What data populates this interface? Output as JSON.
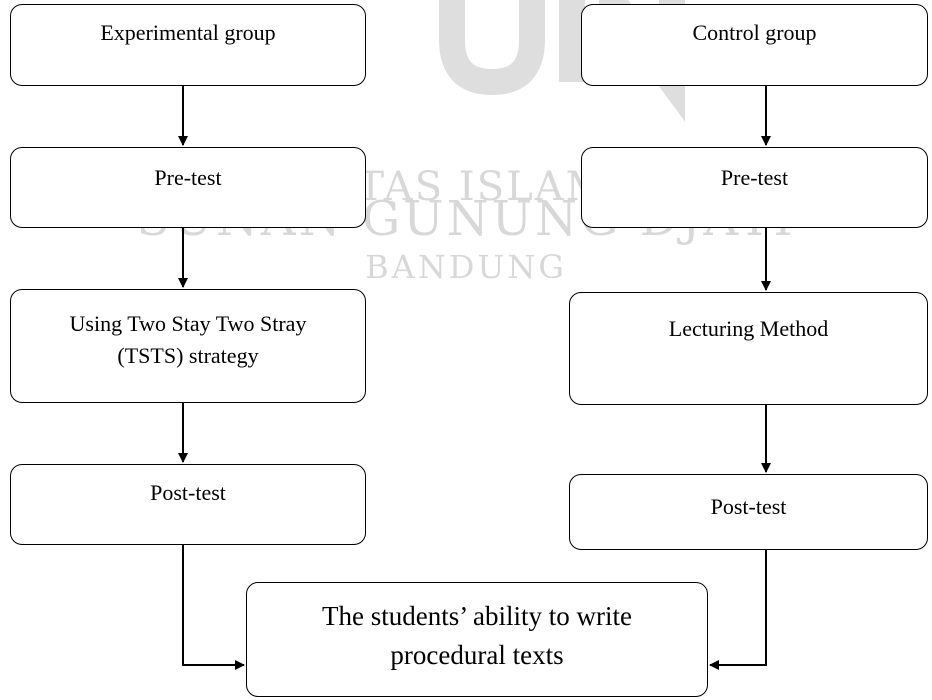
{
  "watermark": {
    "logo_text": "UIN",
    "line1": "UNIVERSITAS ISLAM NEGERI",
    "line2": "SUNAN GUNUNG DJATI",
    "line3": "BANDUNG"
  },
  "experimental": {
    "group": "Experimental group",
    "pretest": "Pre-test",
    "treatment": "Using Two Stay Two Stray (TSTS) strategy",
    "posttest": "Post-test"
  },
  "control": {
    "group": "Control group",
    "pretest": "Pre-test",
    "treatment": "Lecturing Method",
    "posttest": "Post-test"
  },
  "outcome": "The students’ ability to write procedural texts",
  "colors": {
    "stroke": "#000000",
    "watermark": "#d3d3d3"
  }
}
